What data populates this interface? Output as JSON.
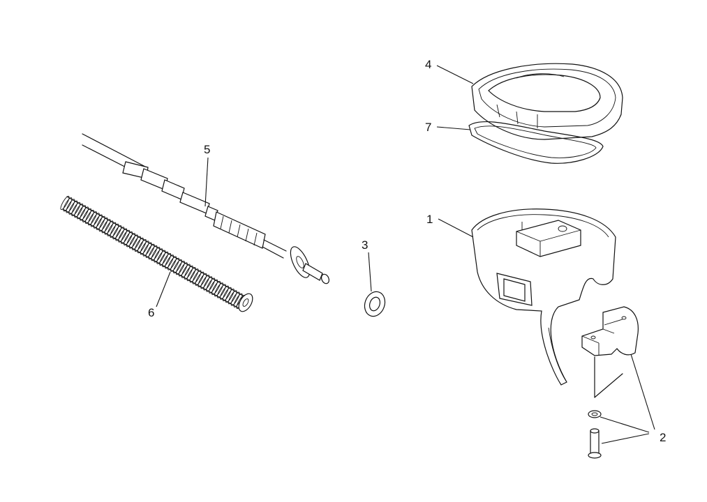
{
  "diagram": {
    "background": "#ffffff",
    "line_color": "#111111",
    "callouts": [
      {
        "id": "c1",
        "label": "1"
      },
      {
        "id": "c2",
        "label": "2"
      },
      {
        "id": "c3",
        "label": "3"
      },
      {
        "id": "c4",
        "label": "4"
      },
      {
        "id": "c5",
        "label": "5"
      },
      {
        "id": "c6",
        "label": "6"
      },
      {
        "id": "c7",
        "label": "7"
      }
    ]
  }
}
